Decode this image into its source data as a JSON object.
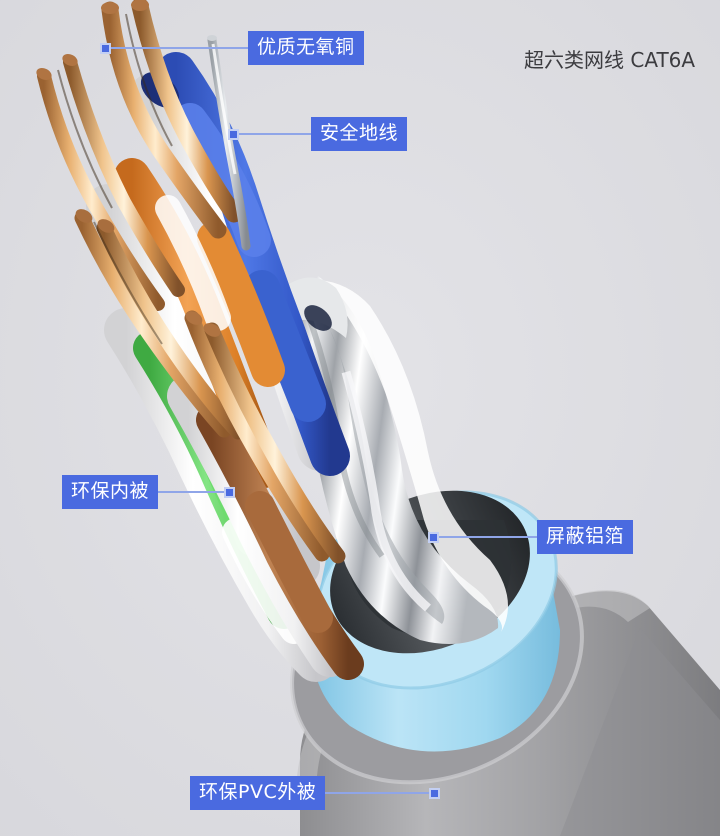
{
  "image": {
    "title": "超六类网线 CAT6A",
    "background_color": "#dcdce1",
    "label_color": "#4a6ae0",
    "label_text_color": "#ffffff",
    "lead_line_color": "#8fa5e8",
    "title_color": "#3c3c40",
    "subject": "cutaway-ethernet-cable"
  },
  "callouts": [
    {
      "id": "copper",
      "label": "优质无氧铜",
      "side": "right"
    },
    {
      "id": "ground",
      "label": "安全地线",
      "side": "right"
    },
    {
      "id": "inner",
      "label": "环保内被",
      "side": "left"
    },
    {
      "id": "foil",
      "label": "屏蔽铝箔",
      "side": "right"
    },
    {
      "id": "jacket",
      "label": "环保PVC外被",
      "side": "left"
    }
  ],
  "cable_parts": {
    "outer_jacket": {
      "name": "环保PVC外被",
      "color": "#a3a3a6"
    },
    "inner_jacket": {
      "name": "环保内被",
      "color": "#a8dcf0"
    },
    "foil_shield": {
      "name": "屏蔽铝箔",
      "color": "#d8d8da"
    },
    "core_filler": {
      "name": "core",
      "color": "#3f4448"
    },
    "ground_wire": {
      "name": "安全地线",
      "color": "#b9bcc0"
    },
    "copper": {
      "name": "优质无氧铜",
      "color": "#d9a05b"
    },
    "pair_blue": {
      "name": "blue pair",
      "color": "#3a62cf"
    },
    "pair_orange": {
      "name": "orange pair",
      "color": "#e0832c"
    },
    "pair_green": {
      "name": "green pair",
      "color": "#5cc85c"
    },
    "pair_brown": {
      "name": "brown pair",
      "color": "#9c6034"
    },
    "pair_white": {
      "name": "white pair",
      "color": "#fbfbfb"
    }
  }
}
